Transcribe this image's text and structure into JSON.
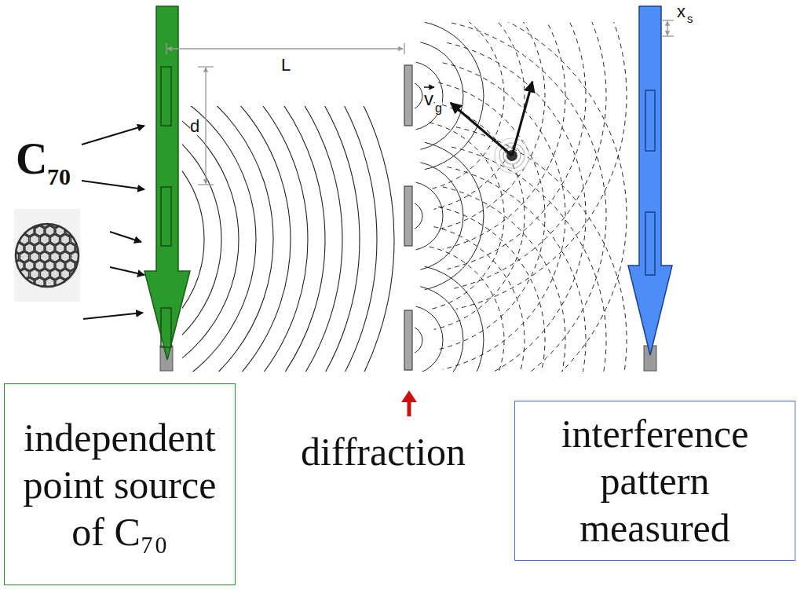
{
  "diagram": {
    "nodes": [
      {
        "text": [
          "independent point source of C₇₀"
        ]
      },
      {
        "text": [
          "interference pattern measured"
        ]
      }
    ],
    "labels": [
      "C",
      "70",
      "L",
      "d",
      "v",
      "g",
      "x",
      "s",
      "diffraction"
    ]
  }
}
